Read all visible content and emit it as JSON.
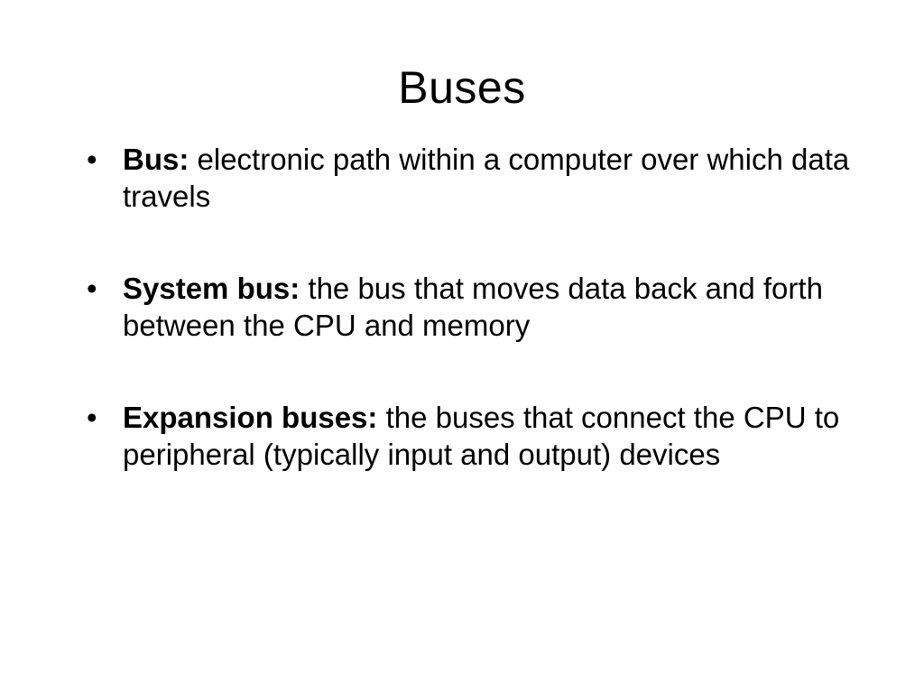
{
  "slide": {
    "title": "Buses",
    "bullets": [
      {
        "term": "Bus:",
        "definition": " electronic path within a computer over which data travels"
      },
      {
        "term": "System bus:",
        "definition": " the bus that moves data back and forth between the CPU and memory"
      },
      {
        "term": "Expansion buses:",
        "definition": " the buses that connect the CPU to peripheral (typically input and output) devices"
      }
    ],
    "bullet_glyph": "•"
  }
}
